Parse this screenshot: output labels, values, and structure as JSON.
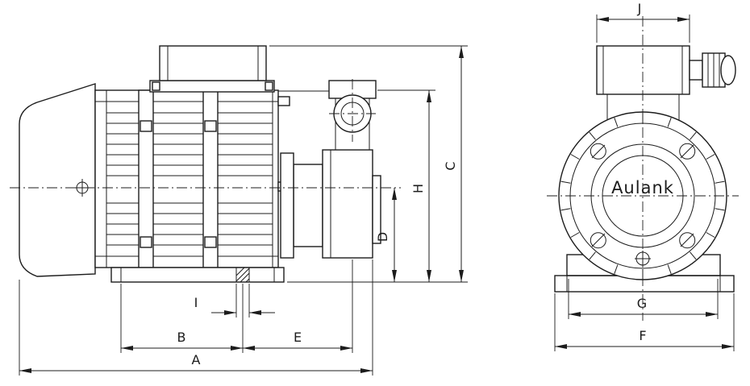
{
  "colors": {
    "line": "#1c1c1c",
    "background": "#ffffff"
  },
  "brand": "Aulank",
  "dimension_labels": {
    "a": "A",
    "b": "B",
    "c": "C",
    "d": "D",
    "e": "E",
    "f": "F",
    "g": "G",
    "h": "H",
    "i": "I",
    "j": "J"
  }
}
